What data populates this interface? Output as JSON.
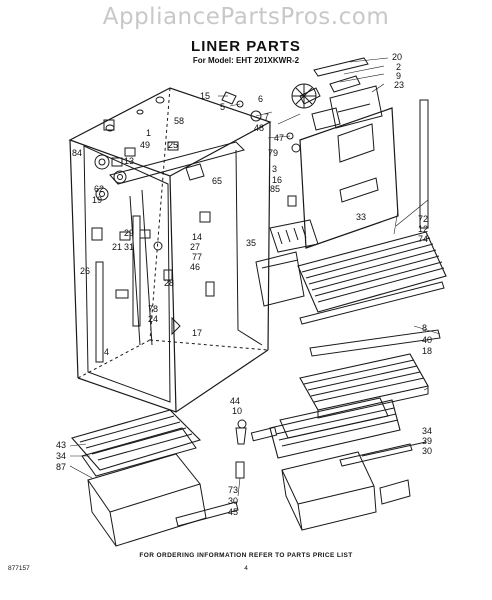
{
  "watermark": "AppliancePartsPros.com",
  "title": "LINER PARTS",
  "model_line": "For Model: EHT 201XKWR-2",
  "footer": "FOR ORDERING INFORMATION REFER TO PARTS PRICE LIST",
  "doc_number": "877157",
  "page_number": "4",
  "callouts": [
    "20",
    "2",
    "9",
    "23",
    "15",
    "5",
    "6",
    "7",
    "48",
    "47",
    "79",
    "58",
    "1",
    "25",
    "49",
    "13",
    "84",
    "62",
    "19",
    "65",
    "3",
    "16",
    "85",
    "33",
    "72",
    "12",
    "74",
    "14",
    "29",
    "27",
    "21",
    "31",
    "26",
    "77",
    "46",
    "28",
    "24",
    "78",
    "4",
    "17",
    "35",
    "8",
    "40",
    "18",
    "44",
    "10",
    "43",
    "34",
    "87",
    "73",
    "30",
    "45",
    "39"
  ]
}
